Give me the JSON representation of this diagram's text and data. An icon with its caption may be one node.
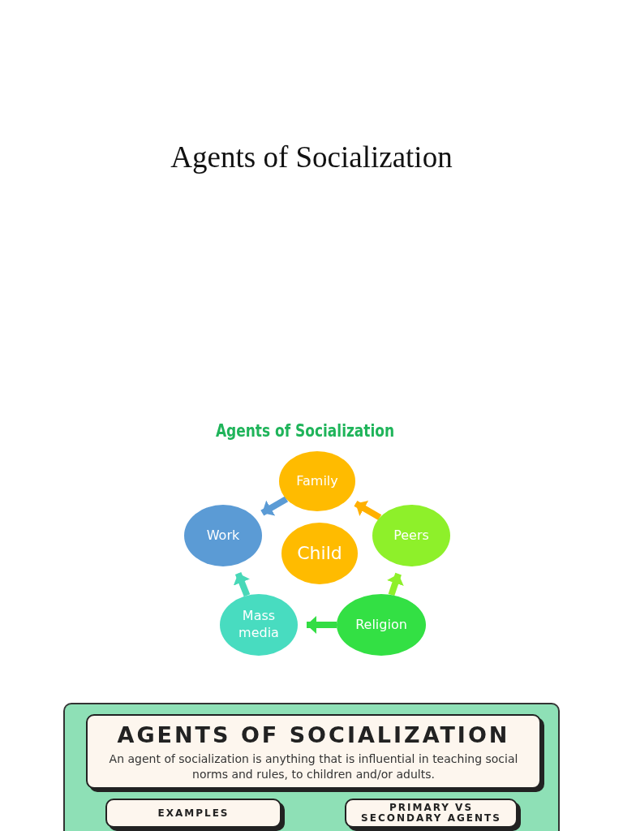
{
  "diagram": {
    "title": "Agents of Socialization",
    "nodes": [
      {
        "text": [
          "Family"
        ]
      },
      {
        "text": [
          "Work"
        ]
      },
      {
        "text": [
          "Child"
        ]
      },
      {
        "text": [
          "Peers"
        ]
      },
      {
        "text": [
          "Mass media"
        ]
      },
      {
        "text": [
          "Religion"
        ]
      },
      {
        "text": [],
        "shape": "box"
      },
      {
        "text": [
          "AGENTS OF SOCIALIZATION",
          "An agent of socialization is anything that is influential in teaching social norms and rules, to children and/or adults."
        ],
        "in": 6
      },
      {
        "text": [
          "EXAMPLES"
        ],
        "in": 6
      },
      {
        "text": [
          "PRIMARY VS SECONDARY AGENTS"
        ],
        "in": 6
      }
    ],
    "edges": [
      {
        "from": 3,
        "to": 0,
        "arrow": "to",
        "color": "#ffb000"
      },
      {
        "from": 0,
        "to": 1,
        "arrow": "to",
        "color": "#5b9bd5"
      },
      {
        "from": 4,
        "to": 1,
        "arrow": "to",
        "color": "#48d8b8"
      },
      {
        "from": 5,
        "to": 4,
        "arrow": "to",
        "color": "#33dd44"
      },
      {
        "from": 5,
        "to": 3,
        "arrow": "to",
        "color": "#8ef02a"
      }
    ],
    "labels": [
      "Agents of Socialization"
    ]
  }
}
